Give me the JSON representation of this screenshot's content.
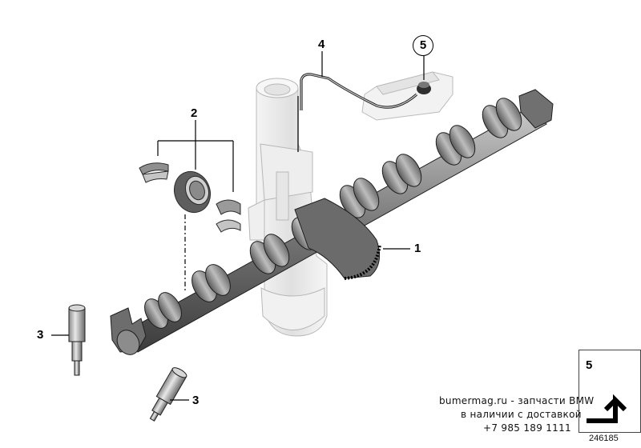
{
  "callouts": {
    "c1": "1",
    "c2": "2",
    "c3a": "3",
    "c3b": "3",
    "c4": "4",
    "c5": "5"
  },
  "legend": {
    "number": "5"
  },
  "diagram_id": "246185",
  "watermark": {
    "line1": "bumermag.ru - запчасти BMW",
    "line2": "в наличии с доставкой",
    "line3": "+7 985 189 1111"
  }
}
